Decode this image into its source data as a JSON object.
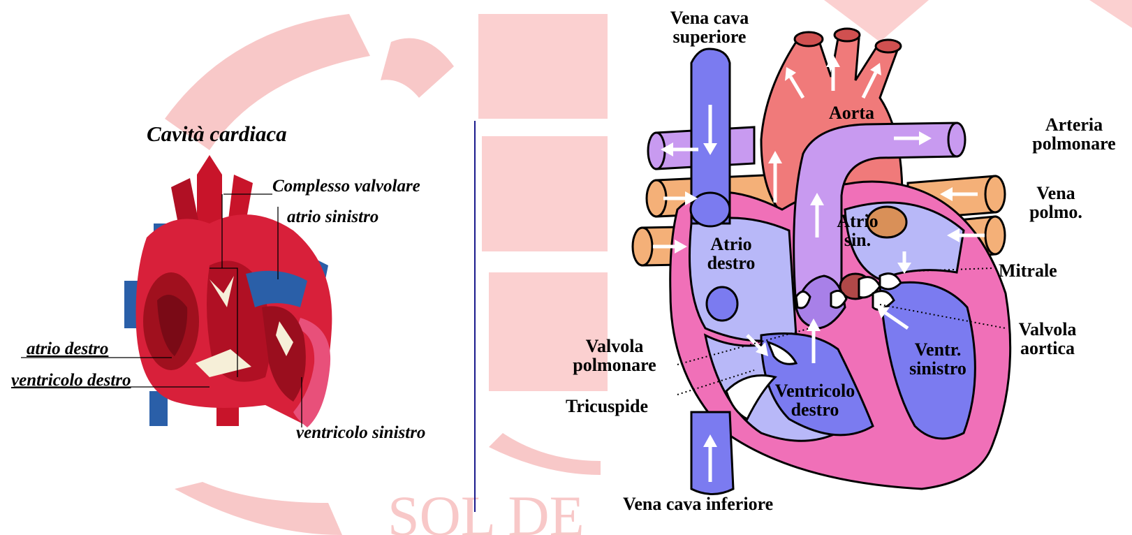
{
  "watermark": {
    "text": "SOL DE",
    "color": "#f8c8c8"
  },
  "left_diagram": {
    "title": "Cavità cardiaca",
    "labels": {
      "complesso_valvolare": "Complesso valvolare",
      "atrio_sinistro": "atrio sinistro",
      "atrio_destro": "atrio destro",
      "ventricolo_destro": "ventricolo destro",
      "ventricolo_sinistro": "ventricolo sinistro"
    },
    "colors": {
      "muscle": "#c8142a",
      "vein_blue": "#2a5fa8",
      "pericardium": "#e8507a"
    }
  },
  "right_diagram": {
    "labels": {
      "vena_cava_superiore": "Vena cava superiore",
      "aorta": "Aorta",
      "arteria_polmonare": "Arteria polmonare",
      "vena_polmo": "Vena polmo.",
      "atrio_sin": "Atrio sin.",
      "mitrale": "Mitrale",
      "atrio_destro": "Atrio destro",
      "valvola_aortica": "Valvola aortica",
      "valvola_polmonare": "Valvola polmonare",
      "ventr_sinistro": "Ventr. sinistro",
      "ventricolo_destro": "Ventricolo destro",
      "tricuspide": "Tricuspide",
      "vena_cava_inferiore": "Vena cava inferiore"
    },
    "colors": {
      "deoxygenated": "#7b7bf0",
      "oxygenated": "#f07a7a",
      "pulmonary_artery": "#c89af0",
      "pulmonary_vein": "#f4b078",
      "wall": "#f070b8",
      "atrium_light": "#b8b8f8"
    }
  }
}
